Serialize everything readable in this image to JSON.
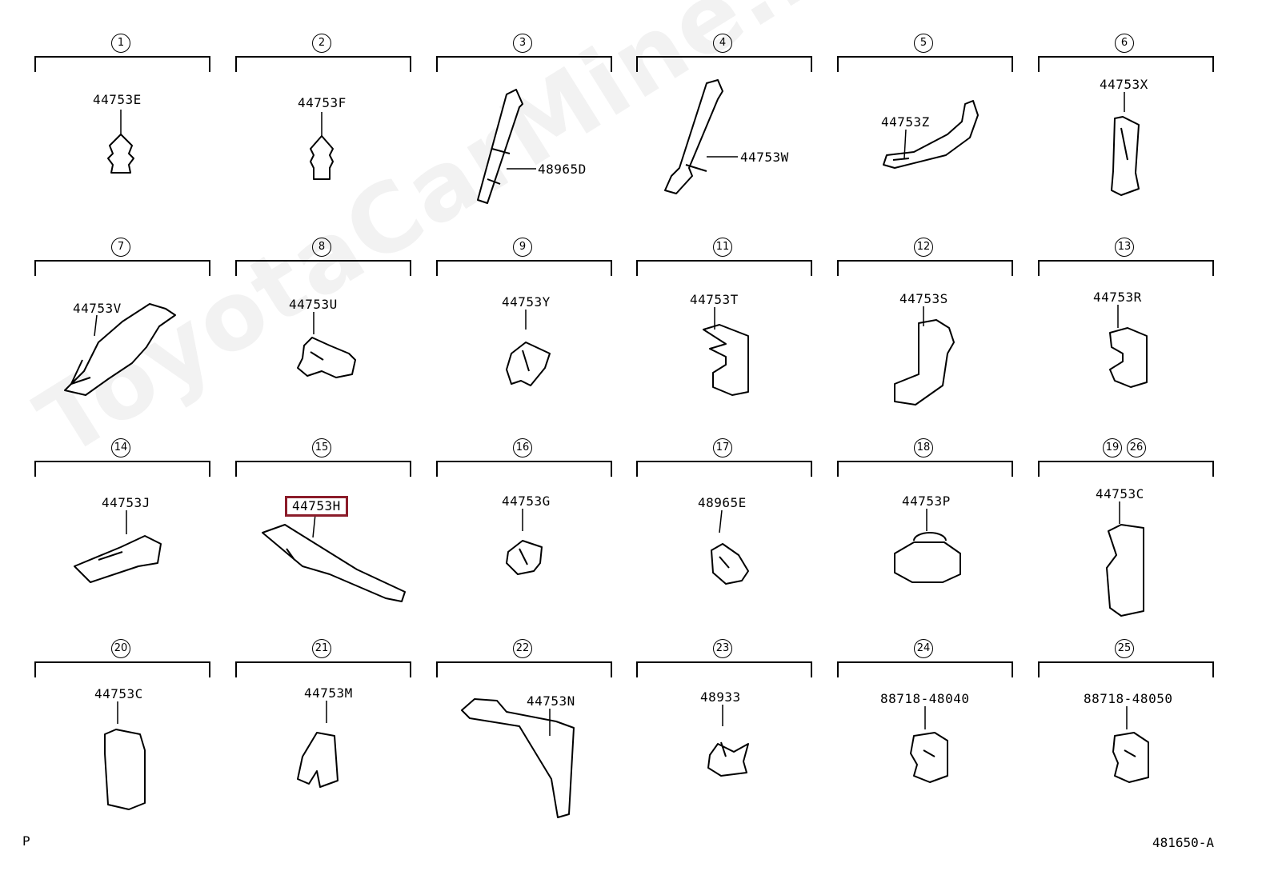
{
  "watermark": "ToyotaCarMine.ru",
  "highlight": "#8b1c2a",
  "cells": [
    {
      "nums": [
        "1"
      ],
      "labels": [
        "44753E"
      ]
    },
    {
      "nums": [
        "2"
      ],
      "labels": [
        "44753F"
      ]
    },
    {
      "nums": [
        "3"
      ],
      "labels": [
        "48965D"
      ]
    },
    {
      "nums": [
        "4"
      ],
      "labels": [
        "44753W"
      ]
    },
    {
      "nums": [
        "5"
      ],
      "labels": [
        "44753Z"
      ]
    },
    {
      "nums": [
        "6"
      ],
      "labels": [
        "44753X"
      ]
    },
    {
      "nums": [
        "7"
      ],
      "labels": [
        "44753V"
      ]
    },
    {
      "nums": [
        "8"
      ],
      "labels": [
        "44753U"
      ]
    },
    {
      "nums": [
        "9"
      ],
      "labels": [
        "44753Y"
      ]
    },
    {
      "nums": [
        "11"
      ],
      "labels": [
        "44753T"
      ]
    },
    {
      "nums": [
        "12"
      ],
      "labels": [
        "44753S"
      ]
    },
    {
      "nums": [
        "13"
      ],
      "labels": [
        "44753R"
      ]
    },
    {
      "nums": [
        "14"
      ],
      "labels": [
        "44753J"
      ]
    },
    {
      "nums": [
        "15"
      ],
      "labels": [
        "44753H"
      ],
      "highlighted": true
    },
    {
      "nums": [
        "16"
      ],
      "labels": [
        "44753G"
      ]
    },
    {
      "nums": [
        "17"
      ],
      "labels": [
        "48965E"
      ]
    },
    {
      "nums": [
        "18"
      ],
      "labels": [
        "44753P"
      ]
    },
    {
      "nums": [
        "19",
        "26"
      ],
      "labels": [
        "44753C"
      ]
    },
    {
      "nums": [
        "20"
      ],
      "labels": [
        "44753C"
      ]
    },
    {
      "nums": [
        "21"
      ],
      "labels": [
        "44753M"
      ]
    },
    {
      "nums": [
        "22"
      ],
      "labels": [
        "44753N"
      ]
    },
    {
      "nums": [
        "23"
      ],
      "labels": [
        "48933"
      ]
    },
    {
      "nums": [
        "24"
      ],
      "labels": [
        "88718-48040"
      ]
    },
    {
      "nums": [
        "25"
      ],
      "labels": [
        "88718-48050"
      ]
    }
  ],
  "footer": {
    "left": "P",
    "right": "481650-A"
  }
}
